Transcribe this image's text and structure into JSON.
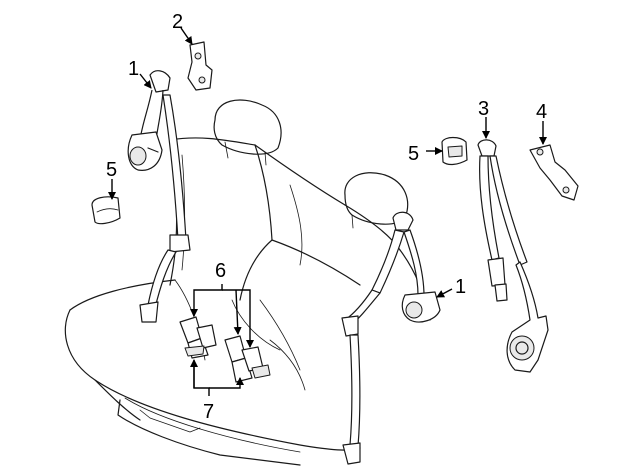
{
  "callouts": {
    "c1_left": "1",
    "c2": "2",
    "c3": "3",
    "c4": "4",
    "c5_left": "5",
    "c5_right": "5",
    "c6": "6",
    "c7": "7",
    "c1_right": "1"
  },
  "colors": {
    "line": "#1a1a1a",
    "background": "#ffffff",
    "part_shade": "#e9e9e9"
  }
}
